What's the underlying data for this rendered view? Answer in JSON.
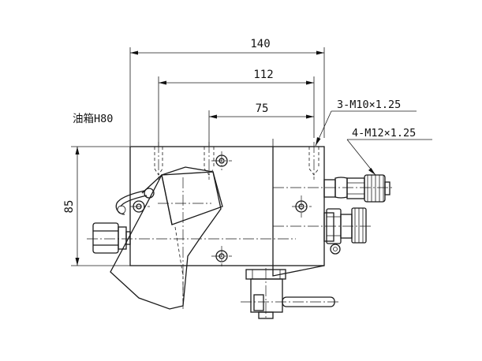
{
  "dimensions": {
    "overall_width": "140",
    "hole_span_112": "112",
    "hole_span_75": "75",
    "height": "85"
  },
  "annotations": {
    "tank_label": "油箱H80",
    "thread_m10": "3-M10×1.25",
    "thread_m12": "4-M12×1.25"
  },
  "colors": {
    "ink": "#1a1a1a",
    "background": "#ffffff"
  }
}
